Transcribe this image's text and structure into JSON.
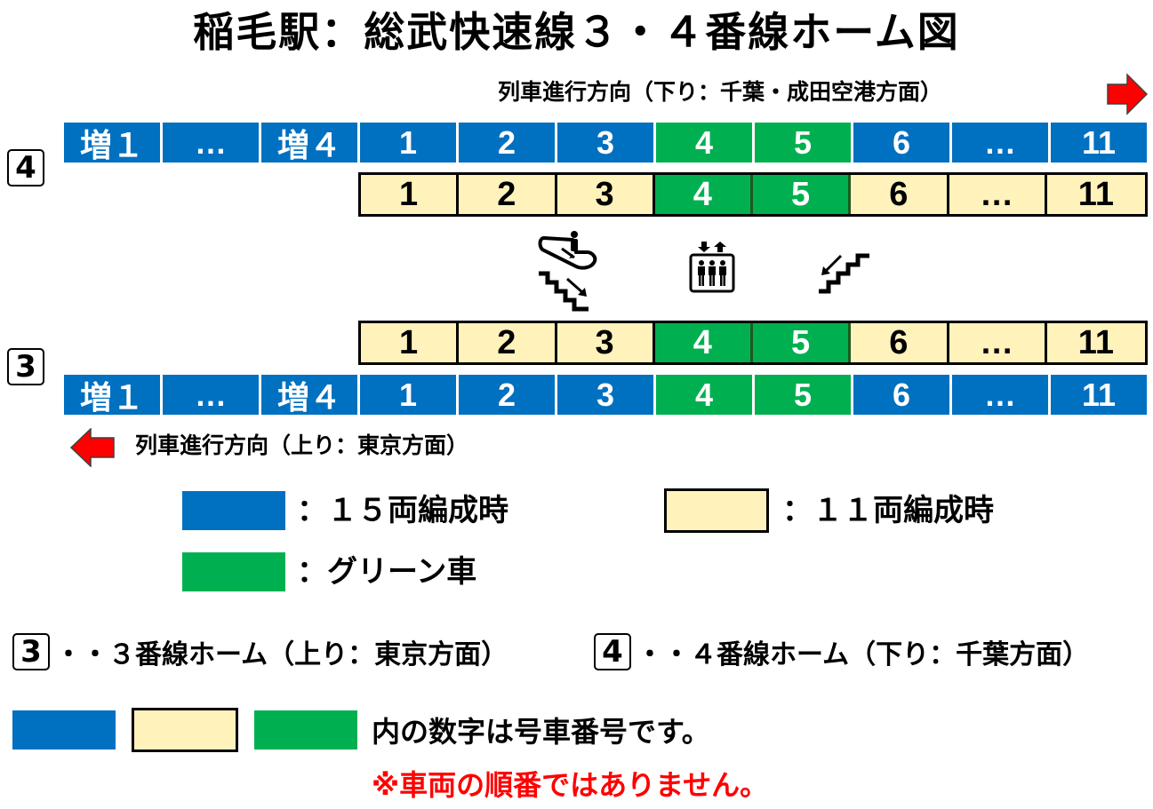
{
  "title": "稲毛駅：総武快速線３・４番線ホーム図",
  "direction_down": {
    "label": "列車進行方向（下り：千葉・成田空港方面）",
    "arrow": "right-arrow-icon",
    "arrow_color": "#ff0000"
  },
  "direction_up": {
    "label": "列車進行方向（上り：東京方面）",
    "arrow": "left-arrow-icon",
    "arrow_color": "#ff0000"
  },
  "platform4": {
    "badge": "4",
    "car15": [
      {
        "label": "増１",
        "type": "15"
      },
      {
        "label": "…",
        "type": "15"
      },
      {
        "label": "増４",
        "type": "15"
      },
      {
        "label": "1",
        "type": "15"
      },
      {
        "label": "2",
        "type": "15"
      },
      {
        "label": "3",
        "type": "15"
      },
      {
        "label": "4",
        "type": "green"
      },
      {
        "label": "5",
        "type": "green"
      },
      {
        "label": "6",
        "type": "15"
      },
      {
        "label": "…",
        "type": "15"
      },
      {
        "label": "11",
        "type": "15"
      }
    ],
    "car11": [
      {
        "label": "1",
        "type": "11"
      },
      {
        "label": "2",
        "type": "11"
      },
      {
        "label": "3",
        "type": "11"
      },
      {
        "label": "4",
        "type": "green"
      },
      {
        "label": "5",
        "type": "green"
      },
      {
        "label": "6",
        "type": "11"
      },
      {
        "label": "…",
        "type": "11"
      },
      {
        "label": "11",
        "type": "11"
      }
    ]
  },
  "platform3": {
    "badge": "3",
    "car11": [
      {
        "label": "1",
        "type": "11"
      },
      {
        "label": "2",
        "type": "11"
      },
      {
        "label": "3",
        "type": "11"
      },
      {
        "label": "4",
        "type": "green"
      },
      {
        "label": "5",
        "type": "green"
      },
      {
        "label": "6",
        "type": "11"
      },
      {
        "label": "…",
        "type": "11"
      },
      {
        "label": "11",
        "type": "11"
      }
    ],
    "car15": [
      {
        "label": "増１",
        "type": "15"
      },
      {
        "label": "…",
        "type": "15"
      },
      {
        "label": "増４",
        "type": "15"
      },
      {
        "label": "1",
        "type": "15"
      },
      {
        "label": "2",
        "type": "15"
      },
      {
        "label": "3",
        "type": "15"
      },
      {
        "label": "4",
        "type": "green"
      },
      {
        "label": "5",
        "type": "green"
      },
      {
        "label": "6",
        "type": "15"
      },
      {
        "label": "…",
        "type": "15"
      },
      {
        "label": "11",
        "type": "15"
      }
    ]
  },
  "facilities": [
    {
      "icon": "escalator-and-stairs-down-icon",
      "near_car": "3"
    },
    {
      "icon": "elevator-icon",
      "near_car": "4"
    },
    {
      "icon": "stairs-down-icon",
      "near_car": "5"
    }
  ],
  "legend": {
    "car15_label": "：１５両編成時",
    "car11_label": "：１１両編成時",
    "green_label": "：グリーン車"
  },
  "platform_legend": {
    "p3_badge": "3",
    "p3_label": "・・３番線ホーム（上り：東京方面）",
    "p4_badge": "4",
    "p4_label": "・・４番線ホーム（下り：千葉方面）"
  },
  "notes": {
    "car_number_note": "内の数字は号車番号です。",
    "warning": "※車両の順番ではありません。"
  },
  "colors": {
    "car15": "#0070c0",
    "car11": "#fff2bb",
    "green_car": "#00b050",
    "arrow": "#ff0000",
    "warning_text": "#ff0000"
  }
}
